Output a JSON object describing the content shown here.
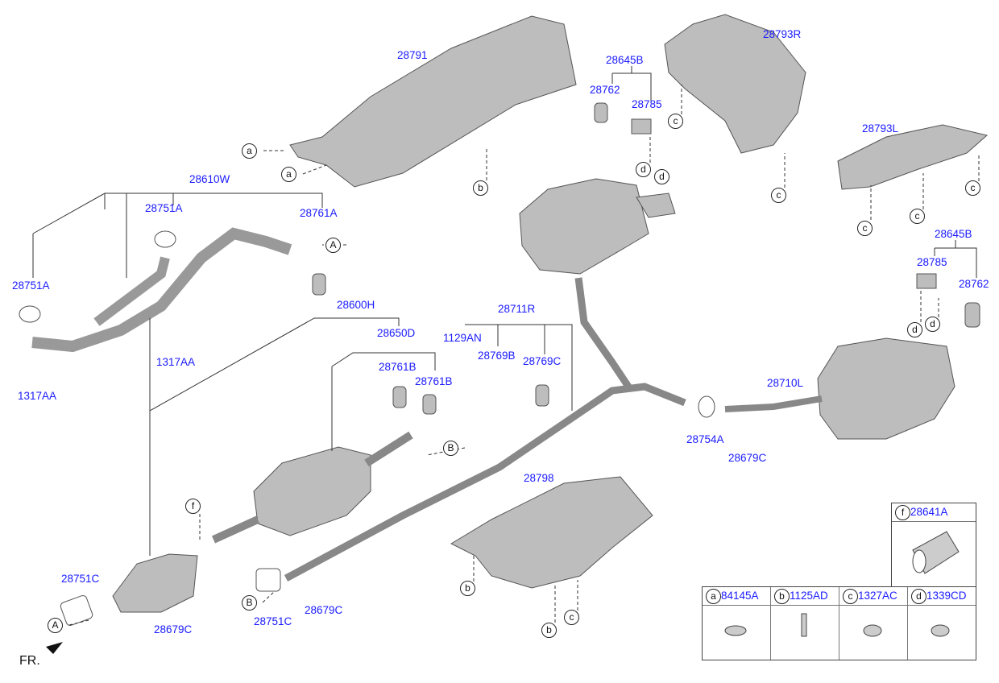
{
  "diagram": {
    "orientation_label": "FR.",
    "part_labels": [
      "28791",
      "28645B",
      "28762",
      "28785",
      "28793R",
      "28793L",
      "28610W",
      "28751A",
      "28761A",
      "28751A",
      "28645B",
      "28785",
      "28762",
      "28600H",
      "28711R",
      "28650D",
      "1129AN",
      "28769B",
      "28769C",
      "1317AA",
      "28761B",
      "28761B",
      "28710L",
      "1317AA",
      "28754A",
      "28679C",
      "28798",
      "28751C",
      "28751C",
      "28679C",
      "28679C"
    ],
    "callouts": [
      "a",
      "a",
      "b",
      "c",
      "d",
      "d",
      "c",
      "c",
      "c",
      "c",
      "A",
      "d",
      "d",
      "B",
      "f",
      "A",
      "B",
      "b",
      "b",
      "c"
    ],
    "legend": {
      "f": {
        "letter": "f",
        "code": "28641A"
      },
      "items": [
        {
          "letter": "a",
          "code": "84145A"
        },
        {
          "letter": "b",
          "code": "1125AD"
        },
        {
          "letter": "c",
          "code": "1327AC"
        },
        {
          "letter": "d",
          "code": "1339CD"
        }
      ]
    },
    "colors": {
      "label": "#1a1aff",
      "part": "#b8b8b8",
      "outline": "#444444"
    }
  }
}
